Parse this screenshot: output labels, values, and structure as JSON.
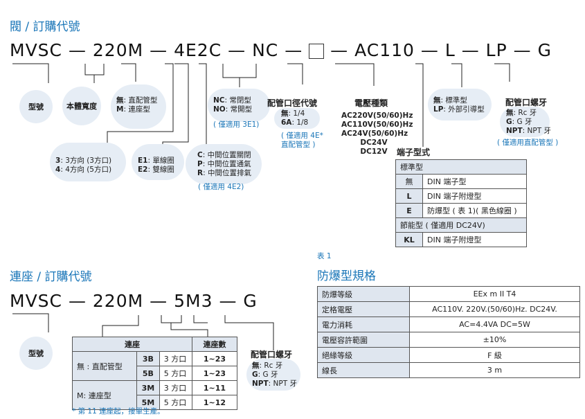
{
  "top": {
    "title": "閥 / 訂購代號",
    "model_parts": [
      "MVSC",
      "—",
      "220M",
      "—",
      "4E2C",
      "—",
      "NC",
      "—",
      "",
      "—",
      "AC110",
      "—",
      "L",
      "—",
      "LP",
      "—",
      "G"
    ],
    "type_circle": "型號",
    "body_width_circle": "本體寬度",
    "body_label": {
      "l1k": "無",
      "l1v": ": 直配管型",
      "l2k": "M",
      "l2v": ": 連座型"
    },
    "direction": {
      "l1k": "3",
      "l1v": ": 3方向 (3方口)",
      "l2k": "4",
      "l2v": ": 4方向 (5方口)"
    },
    "coil": {
      "l1k": "E1",
      "l1v": ": 單線圈",
      "l2k": "E2",
      "l2v": ": 雙線圈"
    },
    "center": {
      "l1k": "C",
      "l1v": ": 中間位置關閉",
      "l2k": "P",
      "l2v": ": 中間位置通氣",
      "l3k": "R",
      "l3v": ": 中間位置排氣",
      "note": "( 僅適用 4E2)"
    },
    "nc": {
      "l1k": "NC",
      "l1v": ": 常閉型",
      "l2k": "NO",
      "l2v": ": 常開型",
      "note": "( 僅適用 3E1)"
    },
    "port": {
      "title": "配管口徑代號",
      "l1k": "無",
      "l1v": ": 1/4",
      "l2k": "6A",
      "l2v": ": 1/8",
      "note1": "( 僅適用 4E*",
      "note2": "直配管型 )"
    },
    "voltage": {
      "title": "電壓種類",
      "v1": "AC220V(50/60)Hz",
      "v2": "AC110V(50/60)Hz",
      "v3": "AC24V(50/60)Hz",
      "v4": "DC24V",
      "v5": "DC12V"
    },
    "lamp": {
      "l1k": "無",
      "l1v": ": 標準型",
      "l2k": "LP",
      "l2v": ": 外部引導型"
    },
    "thread": {
      "title": "配管口螺牙",
      "l1k": "無",
      "l1v": ": Rc 牙",
      "l2k": "G",
      "l2v": ": G 牙",
      "l3k": "NPT",
      "l3v": ": NPT 牙",
      "note": "( 僅適用直配管型 )"
    },
    "terminal": {
      "title": "端子型式",
      "std_head": "標準型",
      "rows": [
        {
          "code": "無",
          "desc": "DIN 端子型"
        },
        {
          "code": "L",
          "desc": "DIN 端子附燈型"
        },
        {
          "code": "E",
          "desc": "防爆型 ( 表 1)( 黑色線圈 )"
        }
      ],
      "eco_head": "節能型 ( 僅適用 DC24V)",
      "eco_rows": [
        {
          "code": "KL",
          "desc": "DIN 端子附燈型"
        }
      ]
    }
  },
  "bottom": {
    "title": "連座 / 訂購代號",
    "model_parts": [
      "MVSC",
      "—",
      "220M",
      "—",
      "5M3",
      "—",
      "G"
    ],
    "type_circle": "型號",
    "table": {
      "head1": "連座",
      "head2": "連座數",
      "groups": [
        {
          "name": "無 : 直配管型",
          "rows": [
            {
              "code": "3B",
              "port": "3 方口",
              "count": "1~23"
            },
            {
              "code": "5B",
              "port": "5 方口",
              "count": "1~23"
            }
          ]
        },
        {
          "name": "M: 連座型",
          "rows": [
            {
              "code": "3M",
              "port": "3 方口",
              "count": "1~11"
            },
            {
              "code": "5M",
              "port": "5 方口",
              "count": "1~12"
            }
          ]
        }
      ]
    },
    "note": "* 第 11 連座起，接單生產。",
    "thread": {
      "title": "配管口螺牙",
      "l1k": "無",
      "l1v": ": Rc 牙",
      "l2k": "G",
      "l2v": ": G 牙",
      "l3k": "NPT",
      "l3v": ": NPT 牙"
    }
  },
  "spec": {
    "table_no": "表 1",
    "title": "防爆型規格",
    "rows": [
      {
        "k": "防爆等級",
        "v": "EEx m II T4"
      },
      {
        "k": "定格電壓",
        "v": "AC110V. 220V.(50/60)Hz. DC24V."
      },
      {
        "k": "電力消耗",
        "v": "AC=4.4VA  DC=5W"
      },
      {
        "k": "電壓容許範圍",
        "v": "±10%"
      },
      {
        "k": "絕緣等級",
        "v": "F 級"
      },
      {
        "k": "線長",
        "v": "3 m"
      }
    ]
  }
}
